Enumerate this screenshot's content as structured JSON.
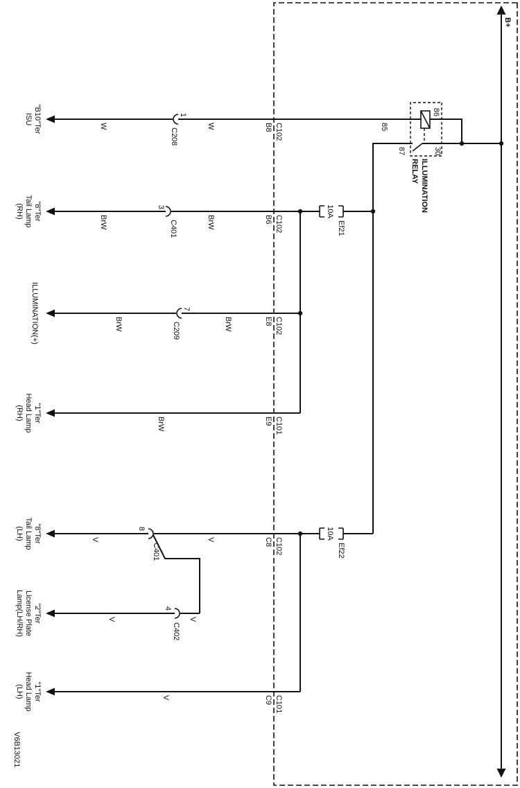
{
  "figure_code": "V6B13021",
  "power_rail": {
    "label": "B+"
  },
  "relay": {
    "name_line1": "ILLUMINATION",
    "name_line2": "RELAY",
    "pin_85": "85",
    "pin_86": "86",
    "pin_87": "87",
    "pin_30": "30"
  },
  "fuses": [
    {
      "rating": "10A",
      "name": "Ef21"
    },
    {
      "rating": "10A",
      "name": "Ef22"
    }
  ],
  "branches": [
    {
      "dest": [
        "\"B10\"Ter",
        "ISU"
      ],
      "colors": [
        "W",
        "W"
      ],
      "connector": {
        "pin": "1",
        "name": "C208"
      },
      "boundary": {
        "harness": "C102",
        "pin": "B8"
      }
    },
    {
      "dest": [
        "\"8\"Ter",
        "Tail Lamp",
        "(RH)"
      ],
      "colors": [
        "BrW",
        "BrW"
      ],
      "connector": {
        "pin": "3",
        "name": "C401"
      },
      "boundary": {
        "harness": "C102",
        "pin": "B6"
      }
    },
    {
      "dest": [
        "ILLUMINATION(+)"
      ],
      "colors": [
        "BrW",
        "BrW"
      ],
      "connector": {
        "pin": "7",
        "name": "C209"
      },
      "boundary": {
        "harness": "C102",
        "pin": "E8"
      }
    },
    {
      "dest": [
        "\"1\"Ter",
        "Head Lamp",
        "(RH)"
      ],
      "colors": [
        "BrW"
      ],
      "boundary": {
        "harness": "C101",
        "pin": "E9"
      }
    },
    {
      "dest": [
        "\"8\"Ter",
        "Tail Lamp",
        "(LH)"
      ],
      "colors": [
        "V",
        "V"
      ],
      "connector": {
        "pin": "8",
        "name": "C401"
      },
      "boundary": {
        "harness": "C102",
        "pin": "C8"
      }
    },
    {
      "dest": [
        "\"2\"Ter",
        "License Plate",
        "Lamp(LH/RH)"
      ],
      "colors": [
        "V",
        "V"
      ],
      "connector": {
        "pin": "4",
        "name": "C402"
      }
    },
    {
      "dest": [
        "\"1\"Ter",
        "Head Lamp",
        "(LH)"
      ],
      "colors": [
        "V"
      ],
      "boundary": {
        "harness": "C101",
        "pin": "C9"
      }
    }
  ],
  "colors": {
    "line": "#111111",
    "background": "#ffffff"
  }
}
